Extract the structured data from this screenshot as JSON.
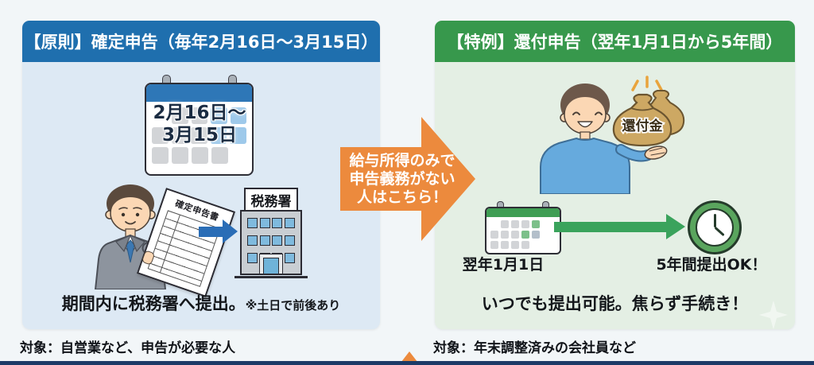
{
  "left_panel": {
    "header": "【原則】確定申告（毎年2月16日〜3月15日）",
    "calendar": {
      "line1": "2月16日〜",
      "line2": "3月15日"
    },
    "document_title": "確定申告書",
    "building_sign": "税務署",
    "note_main": "期間内に税務署へ提出。",
    "note_sub": "※土日で前後あり",
    "caption": "対象：自営業など、申告が必要な人",
    "colors": {
      "header_bg": "#1f6fae",
      "body_bg": "#dde9f4",
      "calendar_head": "#2e77b7",
      "arrow": "#2a6db6"
    }
  },
  "center_arrow": {
    "line1": "給与所得のみで",
    "line2": "申告義務がない",
    "line3": "人はこちら！",
    "color": "#ec8a3d"
  },
  "right_panel": {
    "header": "【特例】還付申告（翌年1月1日から5年間）",
    "money_bag_label": "還付金",
    "calendar_caption": "翌年1月1日",
    "clock_caption": "5年間提出OK！",
    "note_main": "いつでも提出可能。焦らず手続き！",
    "caption": "対象：年末調整済みの会社員など",
    "colors": {
      "header_bg": "#37984c",
      "body_bg": "#e4efe4",
      "calendar_head": "#3f9e54",
      "arrow": "#3aa35c",
      "clock_ring": "#5aa55e"
    }
  },
  "footer": {
    "strip_color": "#1c3a67"
  }
}
